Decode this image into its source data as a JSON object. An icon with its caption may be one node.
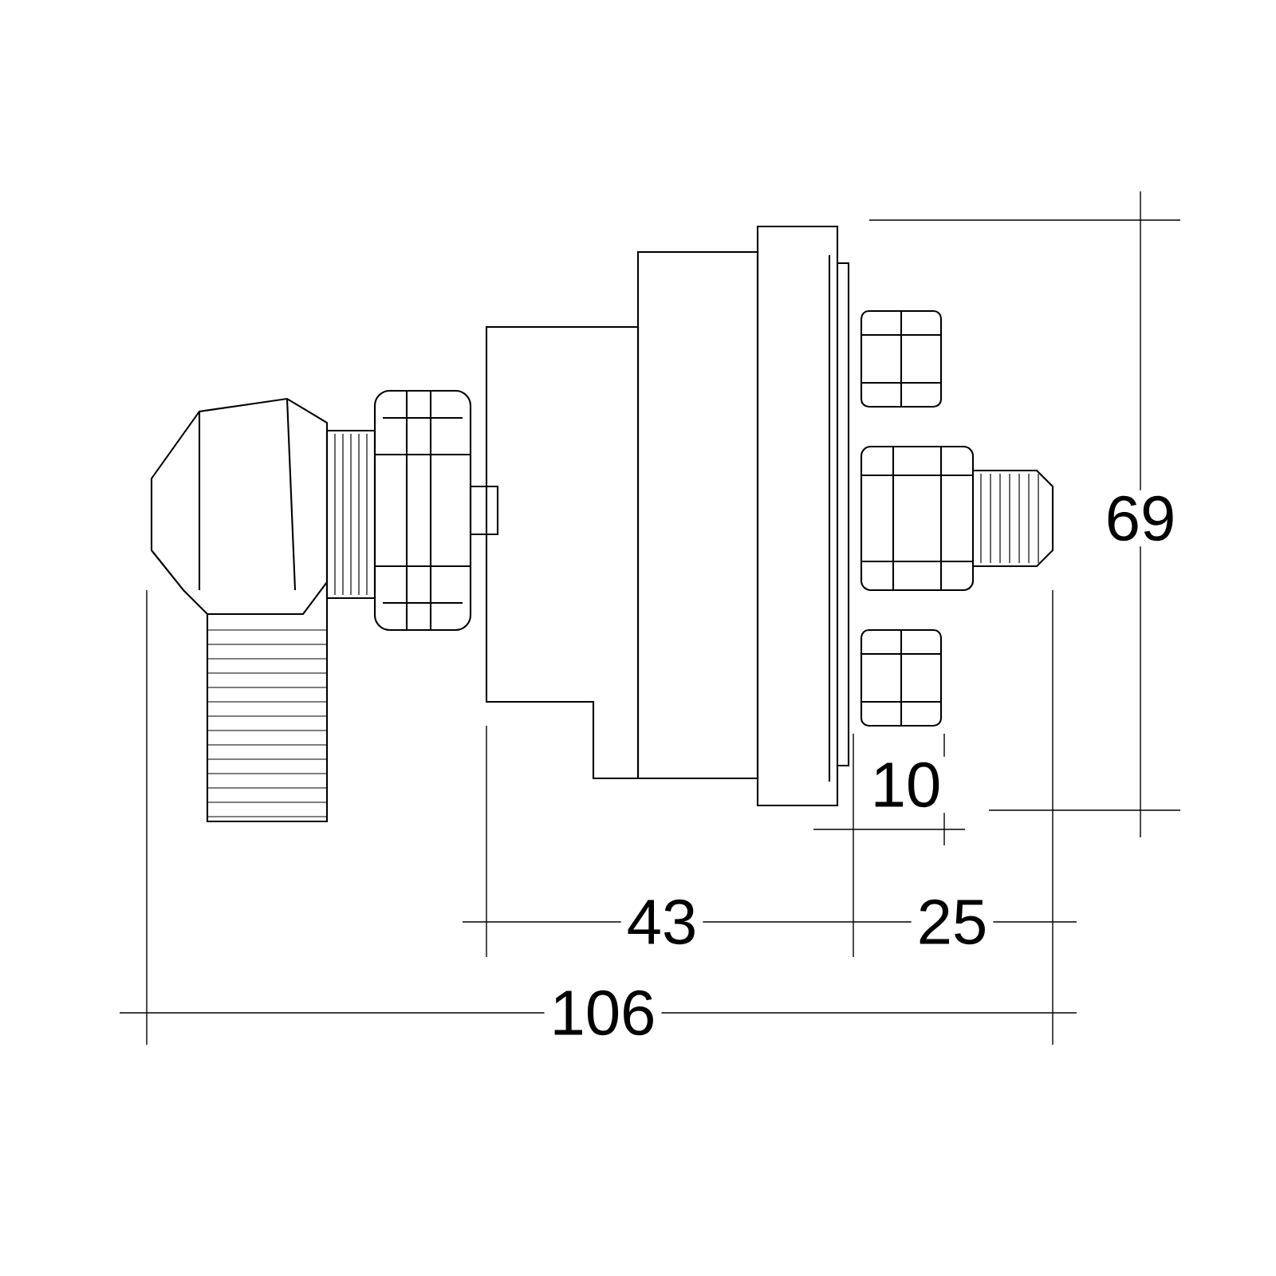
{
  "diagram": {
    "labels": [
      "69",
      "10",
      "43",
      "25",
      "106"
    ]
  }
}
